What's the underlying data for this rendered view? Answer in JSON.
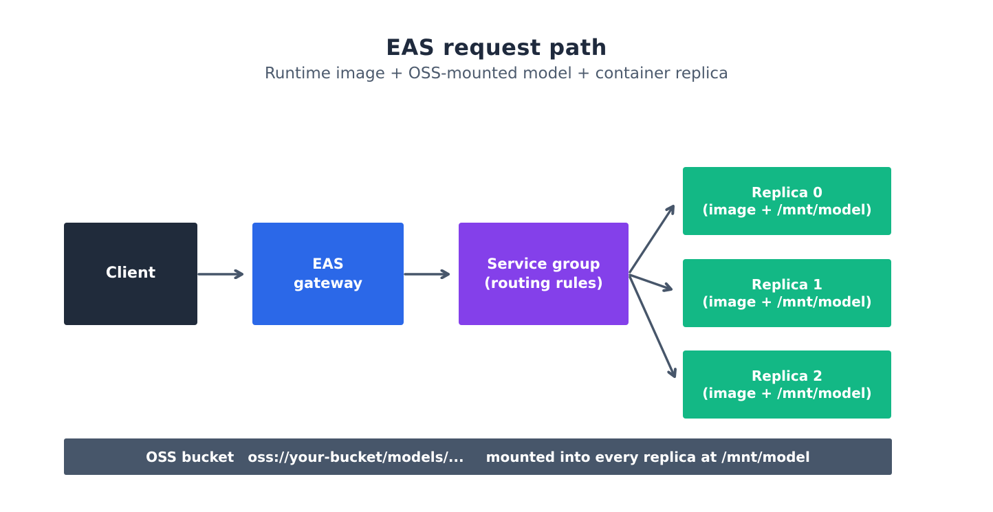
{
  "title": "EAS request path",
  "subtitle": "Runtime image + OSS-mounted model + container replica",
  "colors": {
    "client": "#202b3b",
    "gateway": "#2b68e8",
    "service": "#8440ea",
    "replica": "#13b885",
    "footer": "#47566a",
    "arrow": "#47566a",
    "title_text": "#1f2a3d",
    "subtitle_text": "#4d5b6e",
    "node_text": "#ffffff"
  },
  "nodes": {
    "client": {
      "label": "Client"
    },
    "gateway": {
      "line1": "EAS",
      "line2": "gateway"
    },
    "service": {
      "line1": "Service group",
      "line2": "(routing rules)"
    },
    "replicas": [
      {
        "line1": "Replica 0",
        "line2": "(image + /mnt/model)"
      },
      {
        "line1": "Replica 1",
        "line2": "(image + /mnt/model)"
      },
      {
        "line1": "Replica 2",
        "line2": "(image + /mnt/model)"
      }
    ]
  },
  "edges": [
    {
      "from": "client",
      "to": "eas-gateway"
    },
    {
      "from": "eas-gateway",
      "to": "service-group"
    },
    {
      "from": "service-group",
      "to": "replica-0"
    },
    {
      "from": "service-group",
      "to": "replica-1"
    },
    {
      "from": "service-group",
      "to": "replica-2"
    }
  ],
  "footer": {
    "label": "OSS bucket",
    "path": "oss://your-bucket/models/...",
    "note": "mounted into every replica at /mnt/model"
  }
}
